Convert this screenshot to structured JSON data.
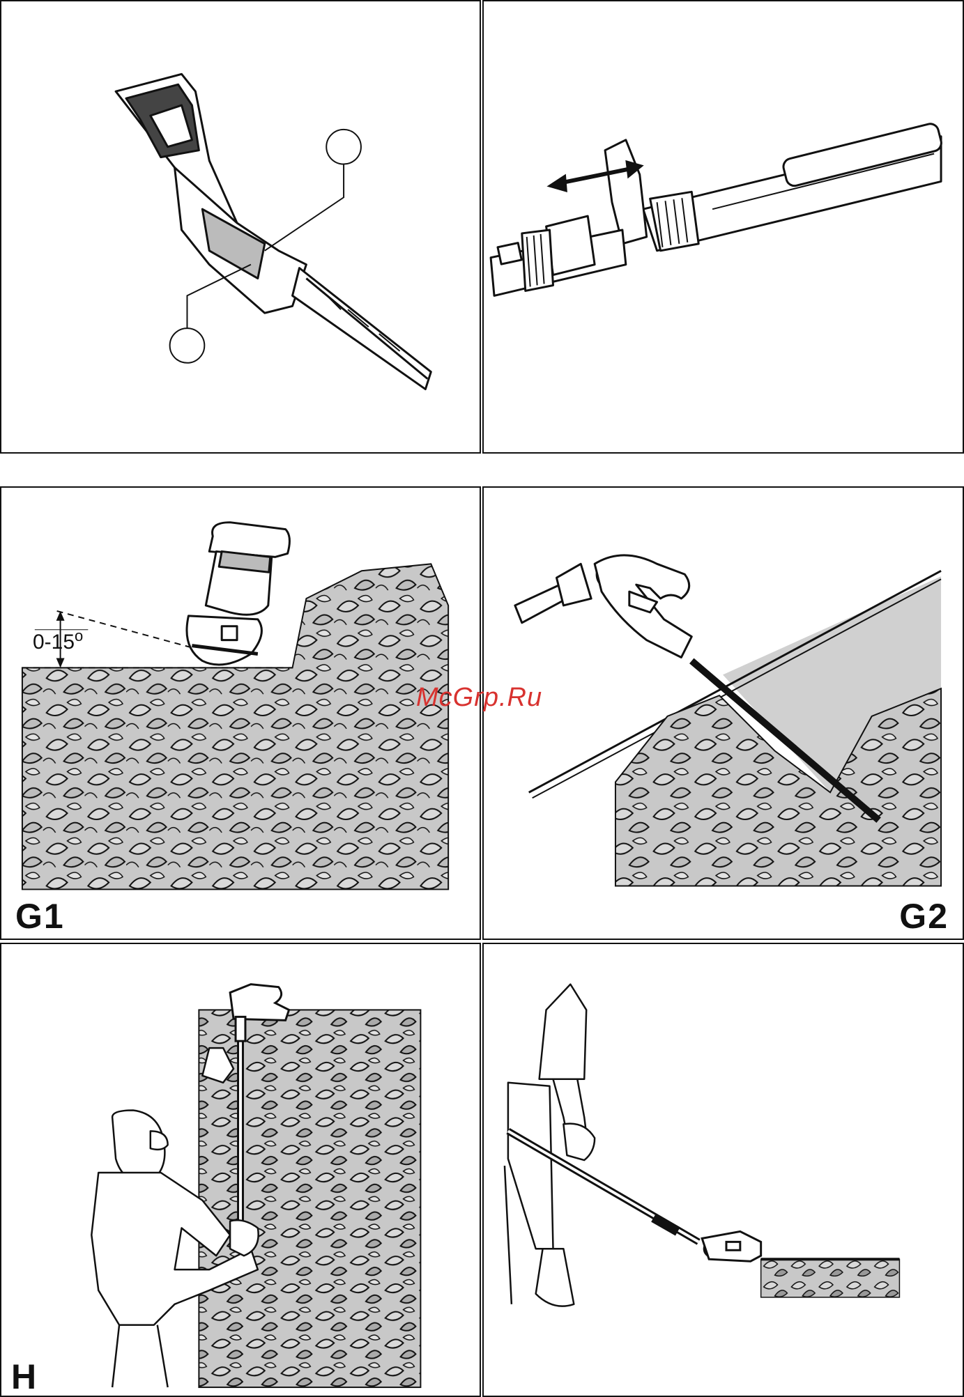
{
  "figures": {
    "g1": {
      "label": "G1",
      "angle_label": "0-15",
      "angle_unit": "o"
    },
    "g2": {
      "label": "G2"
    },
    "h": {
      "label": "H"
    }
  },
  "watermark": "McGrp.Ru",
  "colors": {
    "line": "#111111",
    "hedge_fill": "#c8c8c8",
    "cut_area": "#d0d0d0",
    "watermark": "#d8322f"
  }
}
